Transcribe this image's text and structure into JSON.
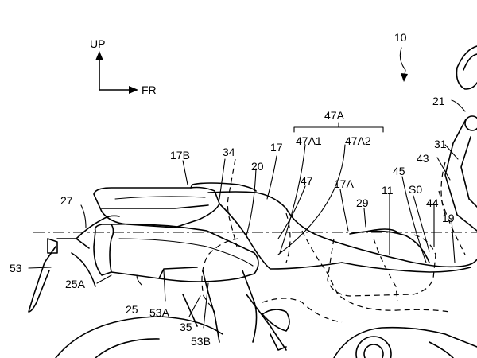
{
  "orientation": {
    "up_label": "UP",
    "forward_label": "FR"
  },
  "labels": {
    "vehicle": "10",
    "ref_21": "21",
    "ref_47A": "47A",
    "ref_47A1": "47A1",
    "ref_47A2": "47A2",
    "ref_31": "31",
    "ref_17B": "17B",
    "ref_34": "34",
    "ref_17": "17",
    "ref_43": "43",
    "ref_20": "20",
    "ref_47": "47",
    "ref_17A": "17A",
    "ref_11": "11",
    "ref_45": "45",
    "ref_S0": "S0",
    "ref_27": "27",
    "ref_29": "29",
    "ref_44": "44",
    "ref_19": "19",
    "ref_53": "53",
    "ref_25A": "25A",
    "ref_25": "25",
    "ref_53A": "53A",
    "ref_35": "35",
    "ref_53B": "53B"
  }
}
